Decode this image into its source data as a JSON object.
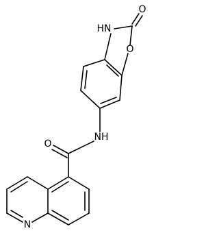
{
  "molecule": {
    "atoms": {
      "carbonyl_oxygen_ring": "O",
      "ring_nh": "HN",
      "ring_oxygen": "O",
      "amide_nh": "NH",
      "amide_oxygen": "O",
      "quinoline_nitrogen": "N"
    }
  }
}
